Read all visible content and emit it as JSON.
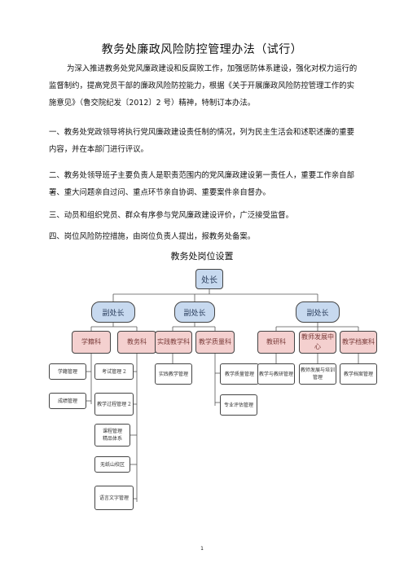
{
  "doc": {
    "title": "教务处廉政风险防控管理办法（试行）",
    "intro": "为深入推进教务处党风廉政建设和反腐败工作，加强惩防体系建设，强化对权力运行的监督制约，提高党员干部的廉政风险防控能力，根据《关于开展廉政风险防控管理工作的实施意见》（鲁交院纪发〔2012〕2 号）精神，特制订本办法。",
    "items": [
      "一、教务处党政领导将执行党风廉政建设责任制的情况，列为民主生活会和述职述廉的重要内容，并在本部门进行评议。",
      "二、教务处领导班子主要负责人是职责范围内的党风廉政建设第一责任人，重要工作亲自部署、重大问题亲自过问、重点环节亲自协调、重要案件亲自督办。",
      "三、动员和组织党员、群众有序参与党风廉政建设评价，广泛接受监督。",
      "四、岗位风险防控措施，由岗位负责人提出，报教务处备案。"
    ],
    "chart_title": "教务处岗位设置",
    "page_number": "1"
  },
  "org": {
    "head": "处长",
    "deputies": [
      "副处长",
      "副处长",
      "副处长"
    ],
    "sections": [
      "学籍科",
      "教务科",
      "实践教学科",
      "教学质量科",
      "教研科",
      "教师发展中心",
      "教学档案科"
    ],
    "leaves": [
      "学籍管理",
      "成绩管理",
      "考试管理 2",
      "教学过程管理 2",
      "课程管理\n精品体系",
      "无纸山校区",
      "语言文字管理",
      "实践教学管理",
      "教学质量管理",
      "专业评估管理",
      "教学与教研管理",
      "教师发展与培训管理",
      "教学档案管理"
    ]
  }
}
